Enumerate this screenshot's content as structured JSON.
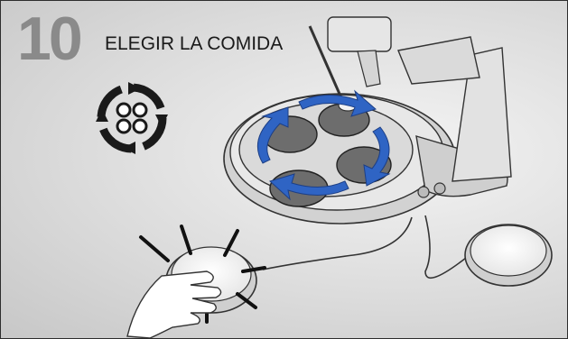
{
  "step": {
    "number": "10",
    "title": "ELEGIR LA COMIDA"
  },
  "icons": {
    "rotate": "rotate-bowls-icon",
    "device": "feeding-robot-illustration",
    "button": "press-button-illustration",
    "switch": "external-switch-illustration"
  },
  "colors": {
    "accent": "#2f64c4",
    "number": "#8a8a8a",
    "ink": "#1a1a1a"
  }
}
